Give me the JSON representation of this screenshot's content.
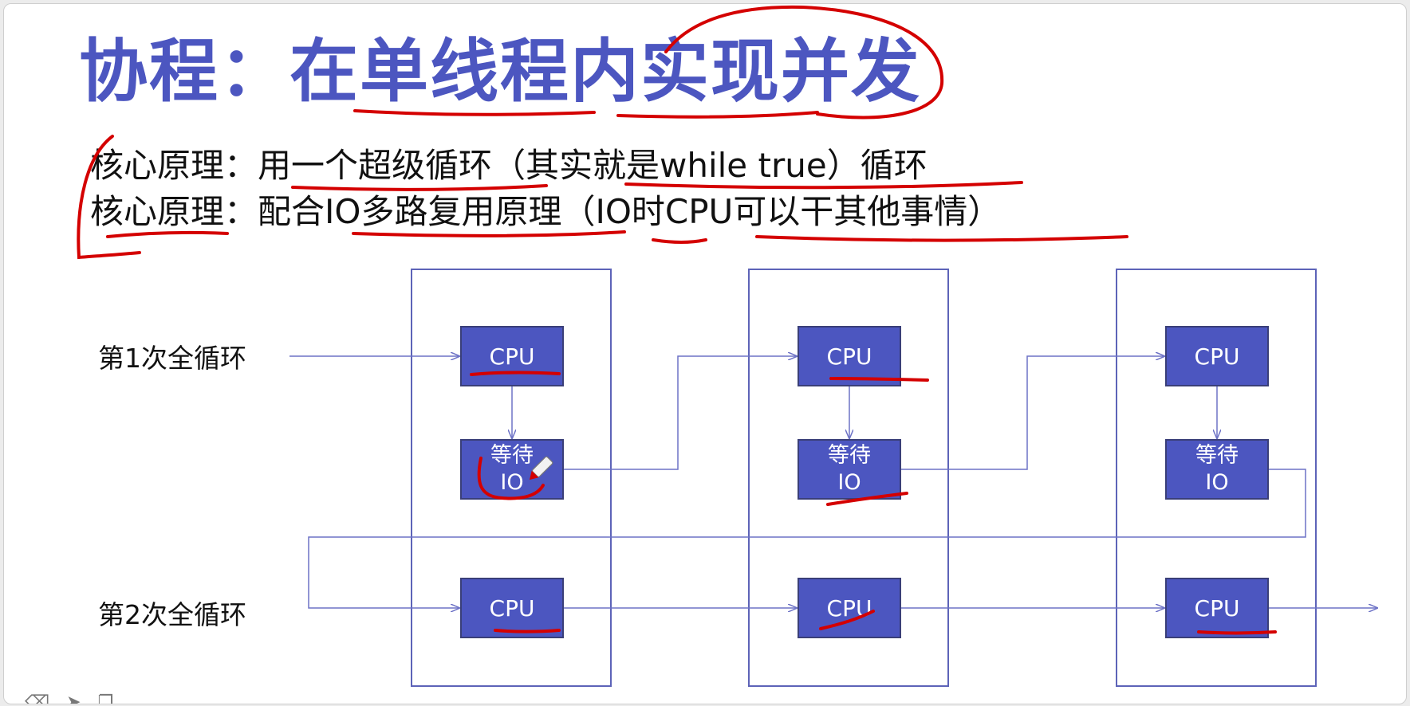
{
  "title": "协程：在单线程内实现并发",
  "lines": [
    "核心原理：用一个超级循环（其实就是while true）循环",
    "核心原理：配合IO多路复用原理（IO时CPU可以干其他事情）"
  ],
  "loops": {
    "first": "第1次全循环",
    "second": "第2次全循环"
  },
  "columns": [
    {
      "top": "CPU",
      "io_line1": "等待",
      "io_line2": "IO",
      "bottom": "CPU"
    },
    {
      "top": "CPU",
      "io_line1": "等待",
      "io_line2": "IO",
      "bottom": "CPU"
    },
    {
      "top": "CPU",
      "io_line1": "等待",
      "io_line2": "IO",
      "bottom": "CPU"
    }
  ],
  "colors": {
    "title": "#4c56c0",
    "box_fill": "#4c56c0",
    "connector": "#6d72c6",
    "annotation": "#d40000"
  },
  "toolbar": {
    "icons": [
      "eraser-icon",
      "pointer-icon",
      "copy-icon"
    ]
  }
}
